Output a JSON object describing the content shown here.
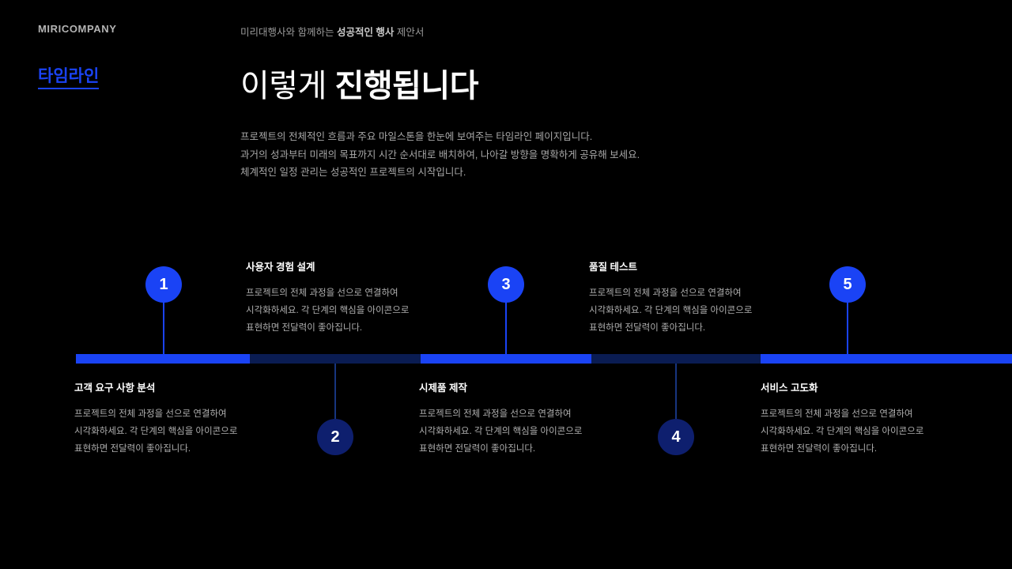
{
  "header": {
    "brand": "MIRICOMPANY",
    "doc_prefix": "미리대행사와 함께하는 ",
    "doc_strong": "성공적인 행사",
    "doc_suffix": " 제안서"
  },
  "section": {
    "label": "타임라인"
  },
  "title": {
    "light": "이렇게 ",
    "bold": "진행됩니다"
  },
  "description": {
    "line1": "프로젝트의 전체적인 흐름과 주요 마일스톤을 한눈에 보여주는 타임라인 페이지입니다.",
    "line2": "과거의 성과부터 미래의 목표까지 시간 순서대로 배치하여, 나아갈 방향을 명확하게 공유해 보세요.",
    "line3": "체계적인 일정 관리는 성공적인 프로젝트의 시작입니다."
  },
  "timeline": {
    "colors": {
      "accent": "#1a43f5",
      "accent_dark": "#0a1c52",
      "node_off": "#0e1f6e",
      "background": "#000000",
      "text_muted": "#b0b0b0"
    },
    "steps": [
      {
        "number": "1",
        "position": "above",
        "title": "사용자 경험 설계",
        "body_line1": "프로젝트의 전체 과정을 선으로 연결하여",
        "body_line2": "시각화하세요. 각 단계의 핵심을 아이콘으로",
        "body_line3": "표현하면 전달력이 좋아집니다.",
        "active": true
      },
      {
        "number": "2",
        "position": "below",
        "title": "고객 요구 사항 분석",
        "body_line1": "프로젝트의 전체 과정을 선으로 연결하여",
        "body_line2": "시각화하세요. 각 단계의 핵심을 아이콘으로",
        "body_line3": "표현하면 전달력이 좋아집니다.",
        "active": false
      },
      {
        "number": "3",
        "position": "above",
        "title": "품질 테스트",
        "body_line1": "프로젝트의 전체 과정을 선으로 연결하여",
        "body_line2": "시각화하세요. 각 단계의 핵심을 아이콘으로",
        "body_line3": "표현하면 전달력이 좋아집니다.",
        "active": true
      },
      {
        "number": "4",
        "position": "below",
        "title": "시제품 제작",
        "body_line1": "프로젝트의 전체 과정을 선으로 연결하여",
        "body_line2": "시각화하세요. 각 단계의 핵심을 아이콘으로",
        "body_line3": "표현하면 전달력이 좋아집니다.",
        "active": false
      },
      {
        "number": "5",
        "position": "above",
        "title": "서비스 고도화",
        "body_line1": "프로젝트의 전체 과정을 선으로 연결하여",
        "body_line2": "시각화하세요. 각 단계의 핵심을 아이콘으로",
        "body_line3": "표현하면 전달력이 좋아집니다.",
        "active": true
      }
    ]
  }
}
